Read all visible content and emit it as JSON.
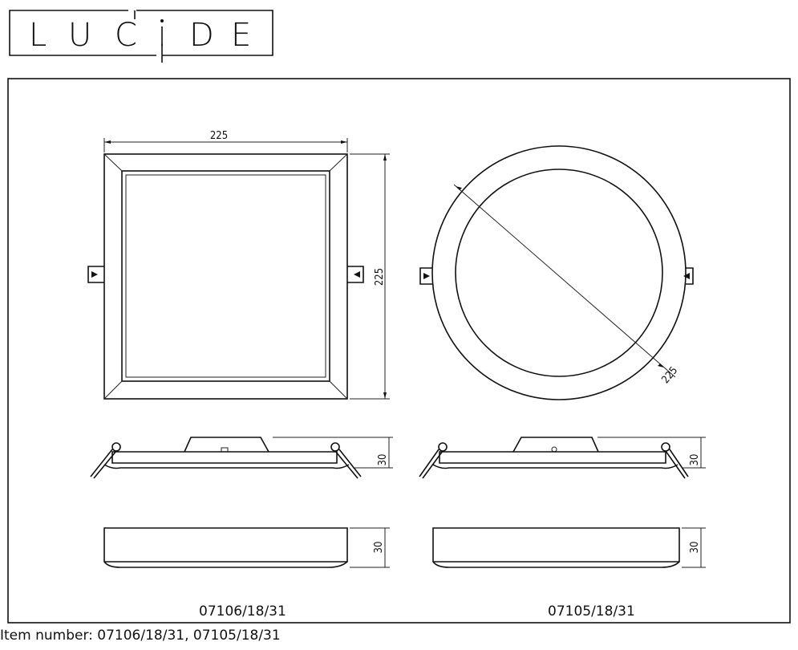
{
  "logo": {
    "text": "LUCIDE",
    "letters": [
      "L",
      "U",
      "C",
      "I",
      "D",
      "E"
    ]
  },
  "drawing": {
    "square": {
      "width_dim": "225",
      "height_dim": "225",
      "side_height_dim": "30",
      "front_height_dim": "30",
      "label": "07106/18/31"
    },
    "round": {
      "diameter_dim": "225",
      "side_height_dim": "30",
      "front_height_dim": "30",
      "label": "07105/18/31"
    }
  },
  "footer": {
    "item_number": "Item number: 07106/18/31, 07105/18/31"
  }
}
